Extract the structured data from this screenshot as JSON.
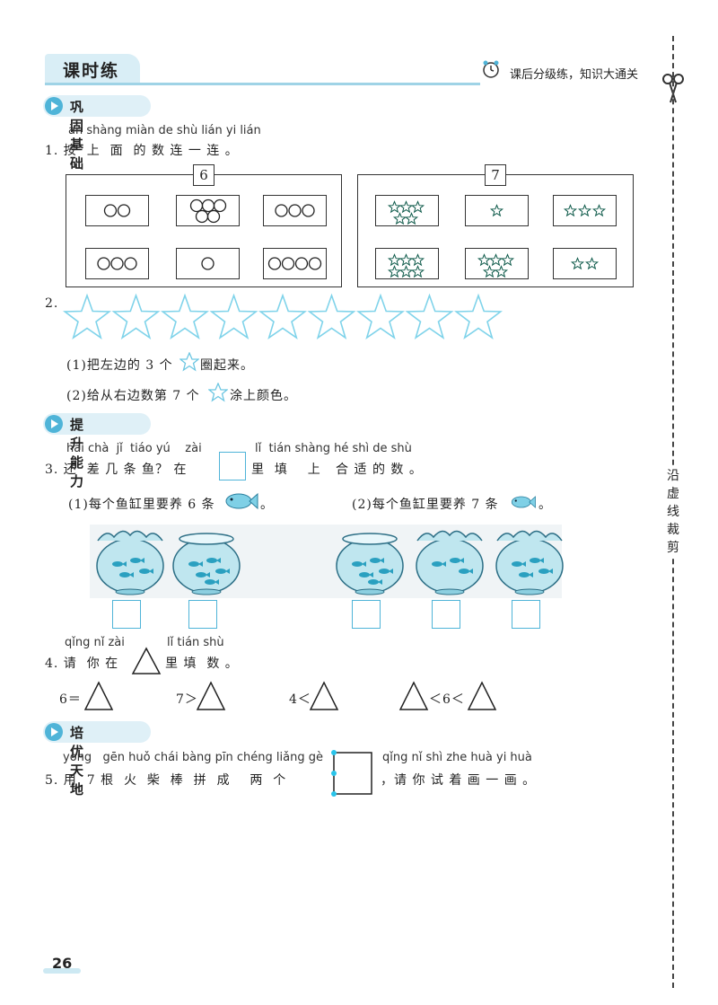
{
  "header": {
    "title": "课时练",
    "subtitle": "课后分级练，知识大通关"
  },
  "sections": {
    "s1": "巩固基础",
    "s2": "提升能力",
    "s3": "培优天地"
  },
  "q1": {
    "pinyin": "àn shàng miàn de shù lián yi lián",
    "text": "1. 按  上  面  的 数 连 一 连 。",
    "left_number": "6",
    "right_number": "7",
    "left_items": [
      2,
      5,
      3,
      3,
      1,
      4
    ],
    "right_items": [
      5,
      1,
      3,
      6,
      5,
      2
    ]
  },
  "q2": {
    "number": "2.",
    "star_count": 9,
    "sub1_a": "(1)把左边的 3 个",
    "sub1_b": "圈起来。",
    "sub2_a": "(2)给从右边数第 7 个",
    "sub2_b": "涂上颜色。"
  },
  "q3": {
    "pinyin_a": "hái chà  jǐ  tiáo yú    zài",
    "pinyin_b": "lǐ  tián shàng hé shì de shù",
    "text_a": "3. 还  差 几 条 鱼？ 在",
    "text_b": "里  填    上   合 适 的 数 。",
    "sub1_a": "(1)每个鱼缸里要养 6 条",
    "sub2_a": "(2)每个鱼缸里要养 7 条",
    "end_mark": "。",
    "left_bowls_fish": [
      4,
      5
    ],
    "right_bowls_fish": [
      5,
      3,
      4
    ]
  },
  "q4": {
    "pinyin_a": "qǐng nǐ zài",
    "pinyin_b": "lǐ tián shù",
    "text_a": "4. 请  你 在",
    "text_b": "里 填  数 。",
    "e1": "6＝",
    "e2": "7＞",
    "e3": "4＜",
    "e4_mid": "＜6＜"
  },
  "q5": {
    "pinyin_a": "yòng   gēn huǒ chái bàng pīn chéng liǎng gè",
    "pinyin_b": "qǐng nǐ shì zhe huà yi huà",
    "text_a": "5. 用  7 根  火  柴  棒  拼  成    两  个",
    "text_b": "，请 你 试 着 画 一 画 。"
  },
  "cut_text": "沿虚线裁剪",
  "page_number": "26",
  "colors": {
    "accent": "#4fb4d8",
    "light": "#dff0f7",
    "water": "#bfe6ef"
  }
}
